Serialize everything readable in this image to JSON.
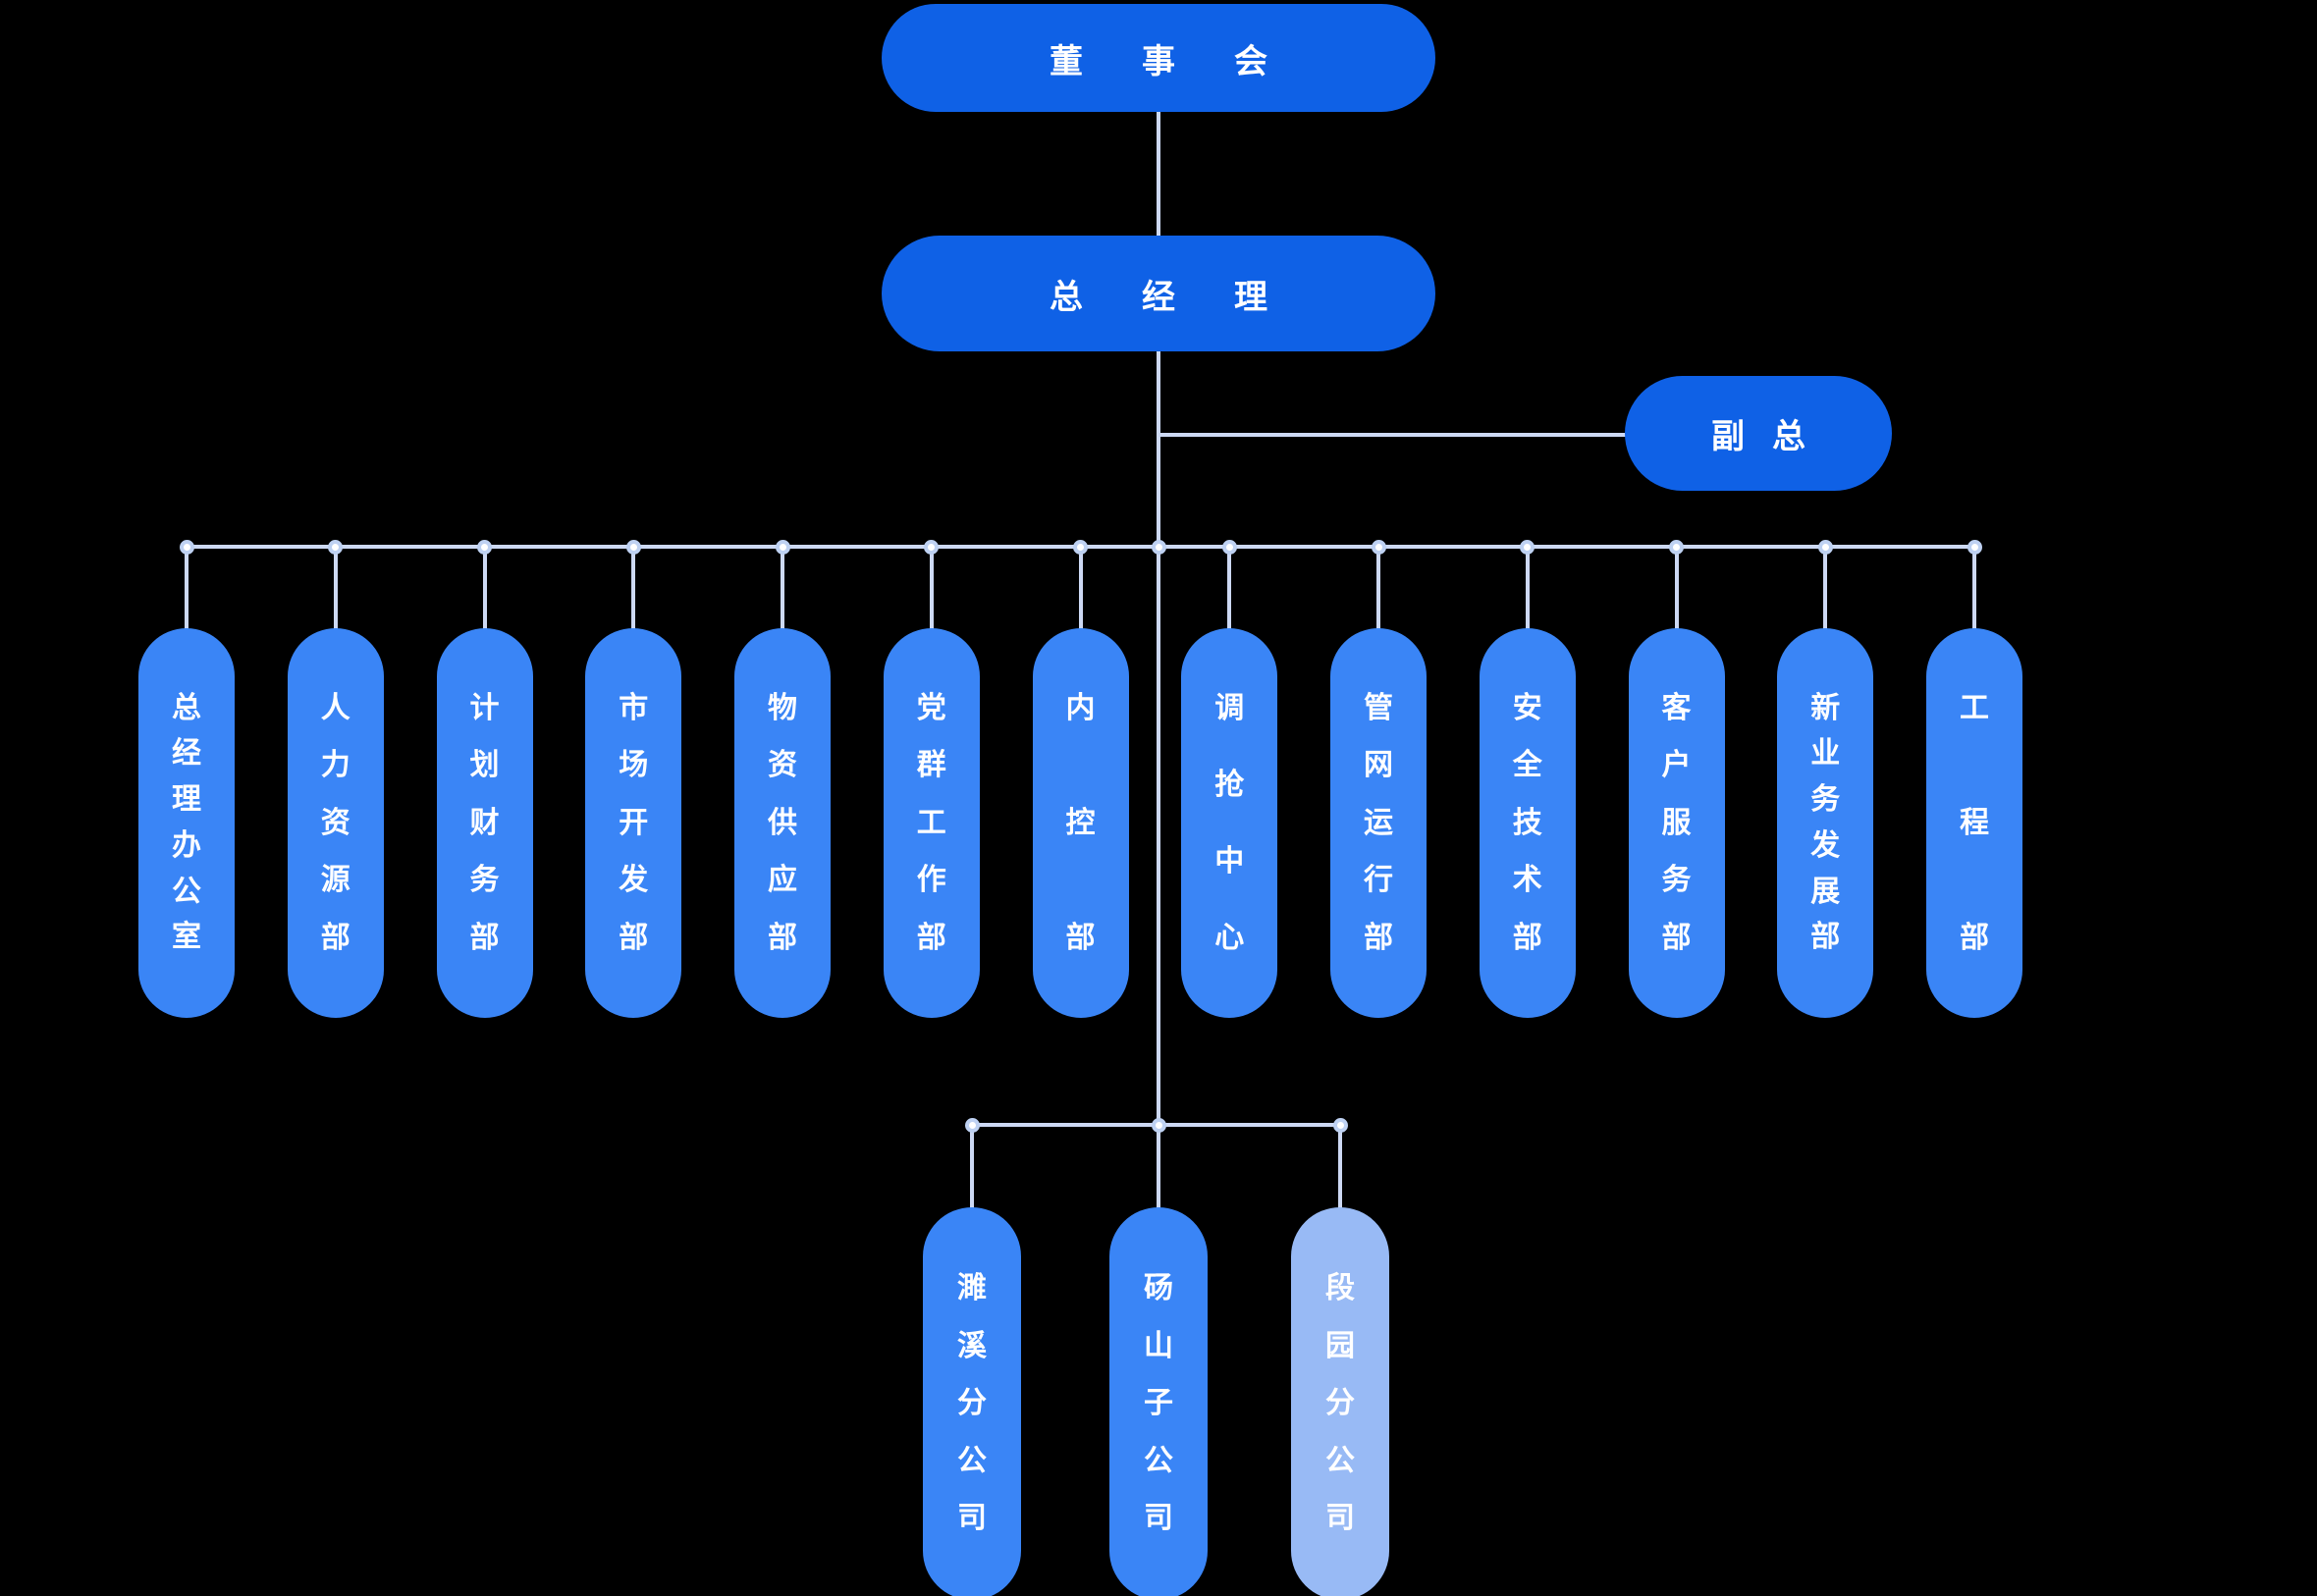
{
  "org": {
    "board": {
      "label": "董事会"
    },
    "general_manager": {
      "label": "总经理"
    },
    "deputy": {
      "label": "副总"
    },
    "departments": [
      {
        "label": "总经理办公室"
      },
      {
        "label": "人力资源部"
      },
      {
        "label": "计划财务部"
      },
      {
        "label": "市场开发部"
      },
      {
        "label": "物资供应部"
      },
      {
        "label": "党群工作部"
      },
      {
        "label": "内控部"
      },
      {
        "label": "调抢中心"
      },
      {
        "label": "管网运行部"
      },
      {
        "label": "安全技术部"
      },
      {
        "label": "客户服务部"
      },
      {
        "label": "新业务发展部"
      },
      {
        "label": "工程部"
      }
    ],
    "subsidiaries": [
      {
        "label": "濉溪分公司",
        "variant": "medium"
      },
      {
        "label": "砀山子公司",
        "variant": "medium"
      },
      {
        "label": "段园分公司",
        "variant": "light"
      }
    ]
  },
  "colors": {
    "background": "#000000",
    "node_primary": "#0f61e6",
    "node_medium": "#3a85f6",
    "node_light": "#98baf5",
    "connector": "#cdd9f4",
    "dot_ring": "#bed1f2",
    "dot_center": "#ffffff",
    "text": "#ffffff"
  }
}
